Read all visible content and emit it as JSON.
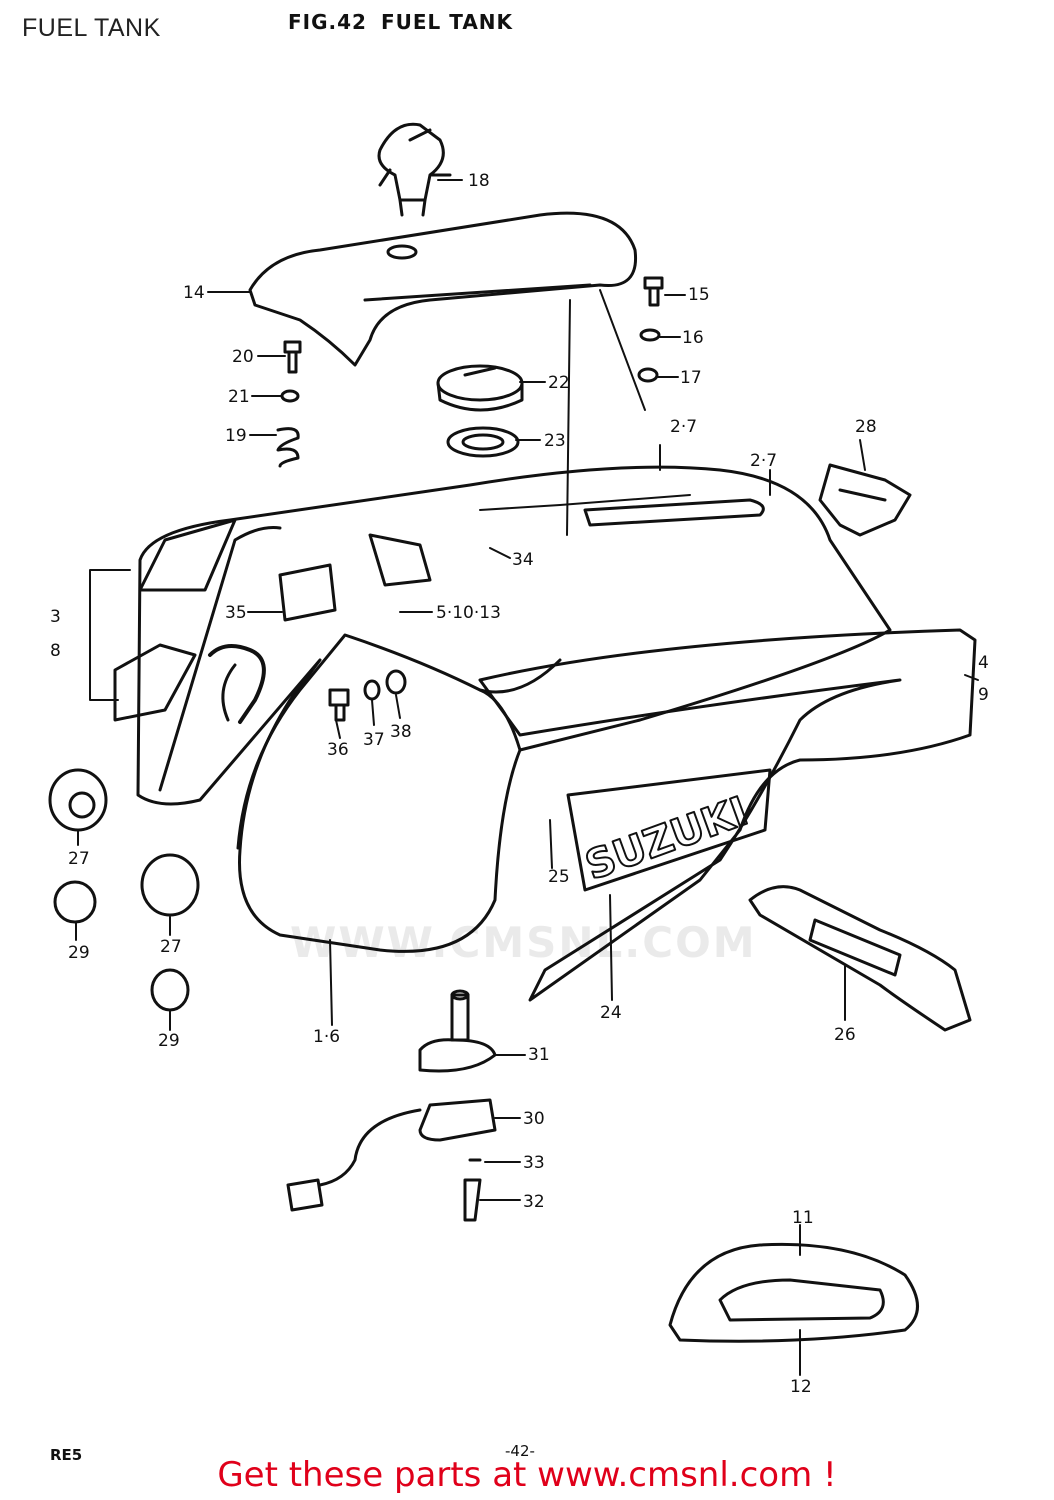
{
  "page_label": "FUEL TANK",
  "figure": {
    "number": "FIG.42",
    "title": "FUEL TANK"
  },
  "brand_decal": "SUZUKI",
  "watermark": "WWW.CMSNL.COM",
  "footer": {
    "model_code": "RE5",
    "page_number": "-42-"
  },
  "cta_link": "Get these parts at www.cmsnl.com !",
  "callouts": {
    "c18": "18",
    "c14": "14",
    "c15": "15",
    "c16": "16",
    "c17": "17",
    "c20": "20",
    "c21": "21",
    "c19": "19",
    "c22": "22",
    "c23": "23",
    "c27a": "2·7",
    "c27b": "2·7",
    "c28": "28",
    "c34": "34",
    "c35": "35",
    "c51013": "5·10·13",
    "c38a": "3",
    "c38b": "8",
    "c49a": "4",
    "c49b": "9",
    "c36": "36",
    "c37": "37",
    "c38": "38",
    "c27c": "27",
    "c29a": "29",
    "c27d": "27",
    "c29b": "29",
    "c25": "25",
    "c24": "24",
    "c16b": "1·6",
    "c26": "26",
    "c31": "31",
    "c30": "30",
    "c33": "33",
    "c32": "32",
    "c11": "11",
    "c12": "12"
  }
}
